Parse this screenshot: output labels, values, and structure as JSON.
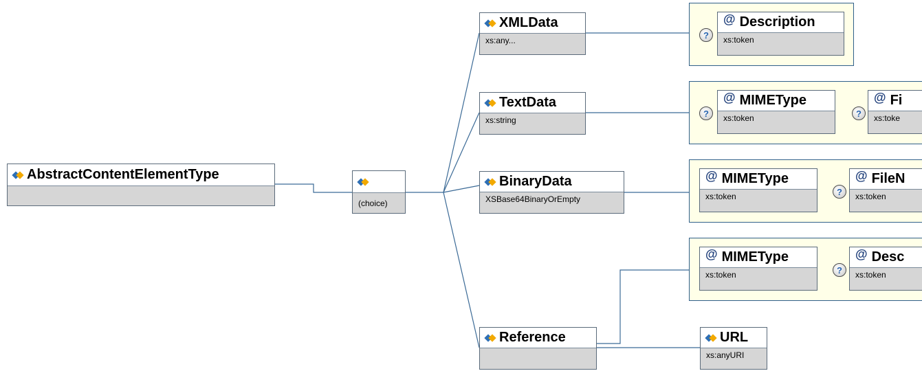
{
  "diagram": {
    "root": {
      "name": "AbstractContentElementType",
      "icon": "element-icon"
    },
    "choice": {
      "label": "(choice)",
      "icon": "element-icon"
    },
    "elements": {
      "xml_data": {
        "name": "XMLData",
        "type": "xs:any..."
      },
      "text_data": {
        "name": "TextData",
        "type": "xs:string"
      },
      "binary_data": {
        "name": "BinaryData",
        "type": "XSBase64BinaryOrEmpty"
      },
      "reference": {
        "name": "Reference",
        "type": ""
      },
      "url": {
        "name": "URL",
        "type": "xs:anyURI"
      }
    },
    "attributes": {
      "xml_description": {
        "symbol": "@",
        "name": "Description",
        "type": "xs:token",
        "optional_marker": "?"
      },
      "text_mimetype": {
        "symbol": "@",
        "name": "MIMEType",
        "type": "xs:token",
        "optional_marker": "?"
      },
      "text_filename": {
        "symbol": "@",
        "name": "Fi",
        "type": "xs:toke",
        "optional_marker": "?"
      },
      "binary_mimetype": {
        "symbol": "@",
        "name": "MIMEType",
        "type": "xs:token"
      },
      "binary_filename": {
        "symbol": "@",
        "name": "FileN",
        "type": "xs:token",
        "optional_marker": "?"
      },
      "ref_mimetype": {
        "symbol": "@",
        "name": "MIMEType",
        "type": "xs:token"
      },
      "ref_description": {
        "symbol": "@",
        "name": "Desc",
        "type": "xs:token",
        "optional_marker": "?"
      }
    },
    "colors": {
      "connector": "#3b6a96",
      "group_fill": "#ffffe8",
      "group_border": "#2f5f8a",
      "type_band": "#d6d6d6",
      "element_icon_blue": "#2e6fb5",
      "element_icon_orange": "#f2a900"
    }
  }
}
